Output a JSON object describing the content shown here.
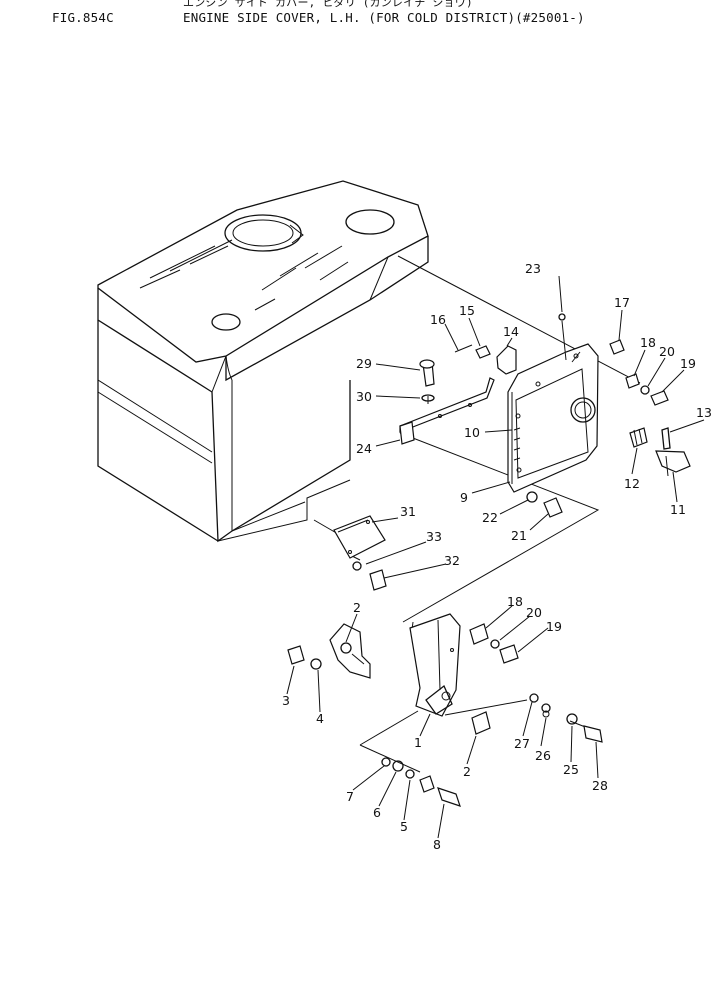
{
  "header": {
    "figure": "FIG.854C",
    "title_jp": "エンジン サイド カバー, ヒダリ (カンレイチ ショウ)",
    "title_en": "ENGINE SIDE COVER, L.H. (FOR COLD DISTRICT)(#25001-)"
  },
  "callouts": [
    {
      "id": "c23",
      "text": "23"
    },
    {
      "id": "c17",
      "text": "17"
    },
    {
      "id": "c15",
      "text": "15"
    },
    {
      "id": "c16",
      "text": "16"
    },
    {
      "id": "c14",
      "text": "14"
    },
    {
      "id": "c18a",
      "text": "18"
    },
    {
      "id": "c20a",
      "text": "20"
    },
    {
      "id": "c19a",
      "text": "19"
    },
    {
      "id": "c29",
      "text": "29"
    },
    {
      "id": "c30",
      "text": "30"
    },
    {
      "id": "c10",
      "text": "10"
    },
    {
      "id": "c13",
      "text": "13"
    },
    {
      "id": "c24",
      "text": "24"
    },
    {
      "id": "c12",
      "text": "12"
    },
    {
      "id": "c9",
      "text": "9"
    },
    {
      "id": "c11",
      "text": "11"
    },
    {
      "id": "c22",
      "text": "22"
    },
    {
      "id": "c21",
      "text": "21"
    },
    {
      "id": "c31",
      "text": "31"
    },
    {
      "id": "c33",
      "text": "33"
    },
    {
      "id": "c32",
      "text": "32"
    },
    {
      "id": "c2a",
      "text": "2"
    },
    {
      "id": "c18b",
      "text": "18"
    },
    {
      "id": "c20b",
      "text": "20"
    },
    {
      "id": "c19b",
      "text": "19"
    },
    {
      "id": "c3",
      "text": "3"
    },
    {
      "id": "c4",
      "text": "4"
    },
    {
      "id": "c1",
      "text": "1"
    },
    {
      "id": "c27",
      "text": "27"
    },
    {
      "id": "c26",
      "text": "26"
    },
    {
      "id": "c2b",
      "text": "2"
    },
    {
      "id": "c25",
      "text": "25"
    },
    {
      "id": "c28",
      "text": "28"
    },
    {
      "id": "c7",
      "text": "7"
    },
    {
      "id": "c6",
      "text": "6"
    },
    {
      "id": "c5",
      "text": "5"
    },
    {
      "id": "c8",
      "text": "8"
    }
  ]
}
